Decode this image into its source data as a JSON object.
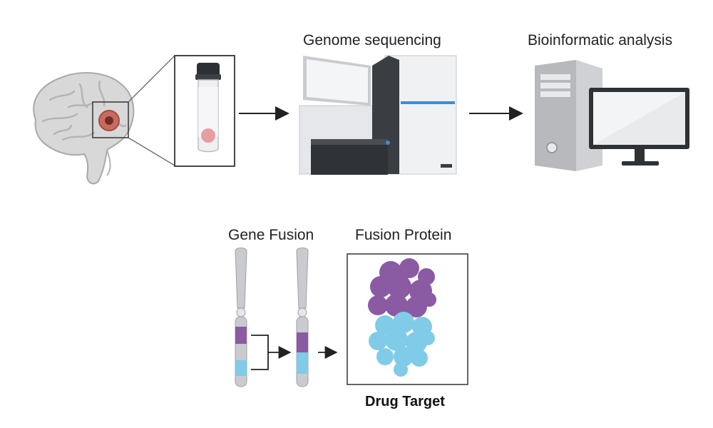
{
  "labels": {
    "genome_sequencing": "Genome sequencing",
    "bioinformatic_analysis": "Bioinformatic analysis",
    "gene_fusion": "Gene Fusion",
    "fusion_protein": "Fusion Protein",
    "drug_target": "Drug Target"
  },
  "colors": {
    "purple": "#8a5aa3",
    "light_blue": "#7fcbe8",
    "tumor": "#c96a5e",
    "machine_dark": "#3a3d42",
    "machine_light": "#e6e7ea",
    "accent_blue": "#3a8fd6"
  }
}
